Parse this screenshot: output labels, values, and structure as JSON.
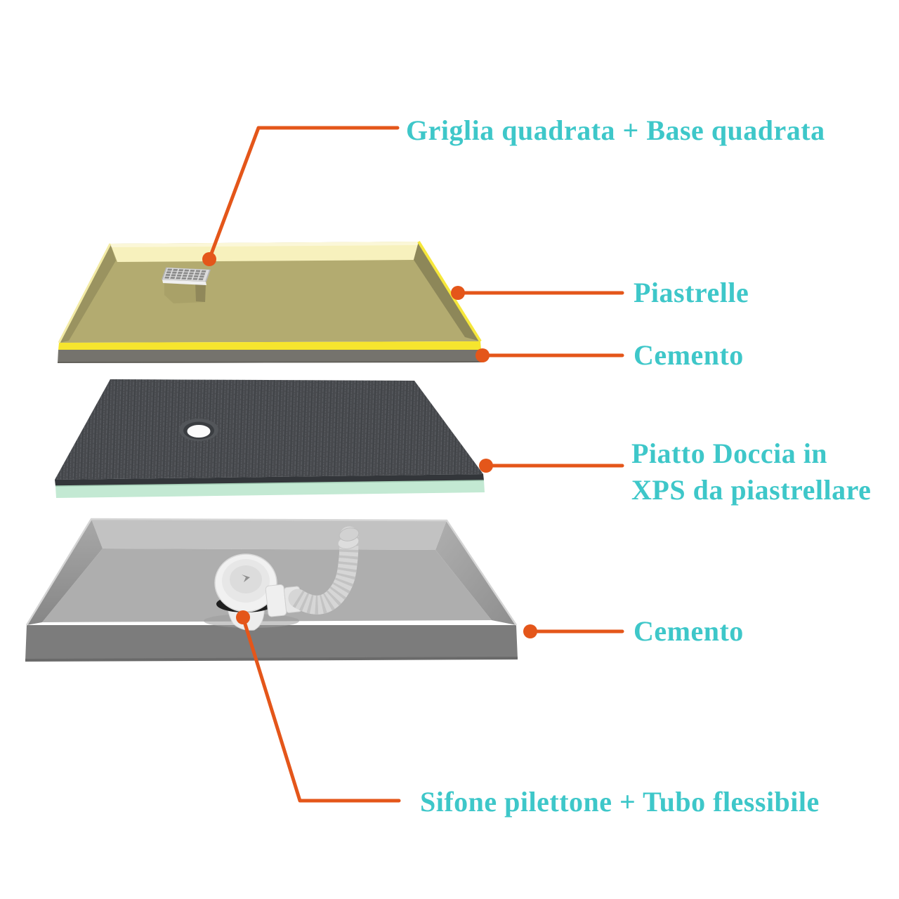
{
  "labels": {
    "griglia": "Griglia quadrata + Base quadrata",
    "piastrelle": "Piastrelle",
    "cemento_top": "Cemento",
    "xps_line1": "Piatto Doccia in",
    "xps_line2": "XPS da piastrellare",
    "cemento_bottom": "Cemento",
    "sifone": "Sifone pilettone + Tubo flessibile"
  },
  "colors": {
    "label-teal": "#3EC7C9",
    "leader-orange": "#E4561A",
    "tile-khaki": "#B3AB70",
    "tile-back-wall": "#F7F1BD",
    "tile-yellow-edge": "#F6E52E",
    "cement-gray": "#75736D",
    "xps-dark": "#47494D",
    "xps-foam-green": "#C3E9D3",
    "base-floor-gray": "#AEAEAE",
    "base-front-gray": "#7C7C7C",
    "background": "#FFFFFF"
  }
}
